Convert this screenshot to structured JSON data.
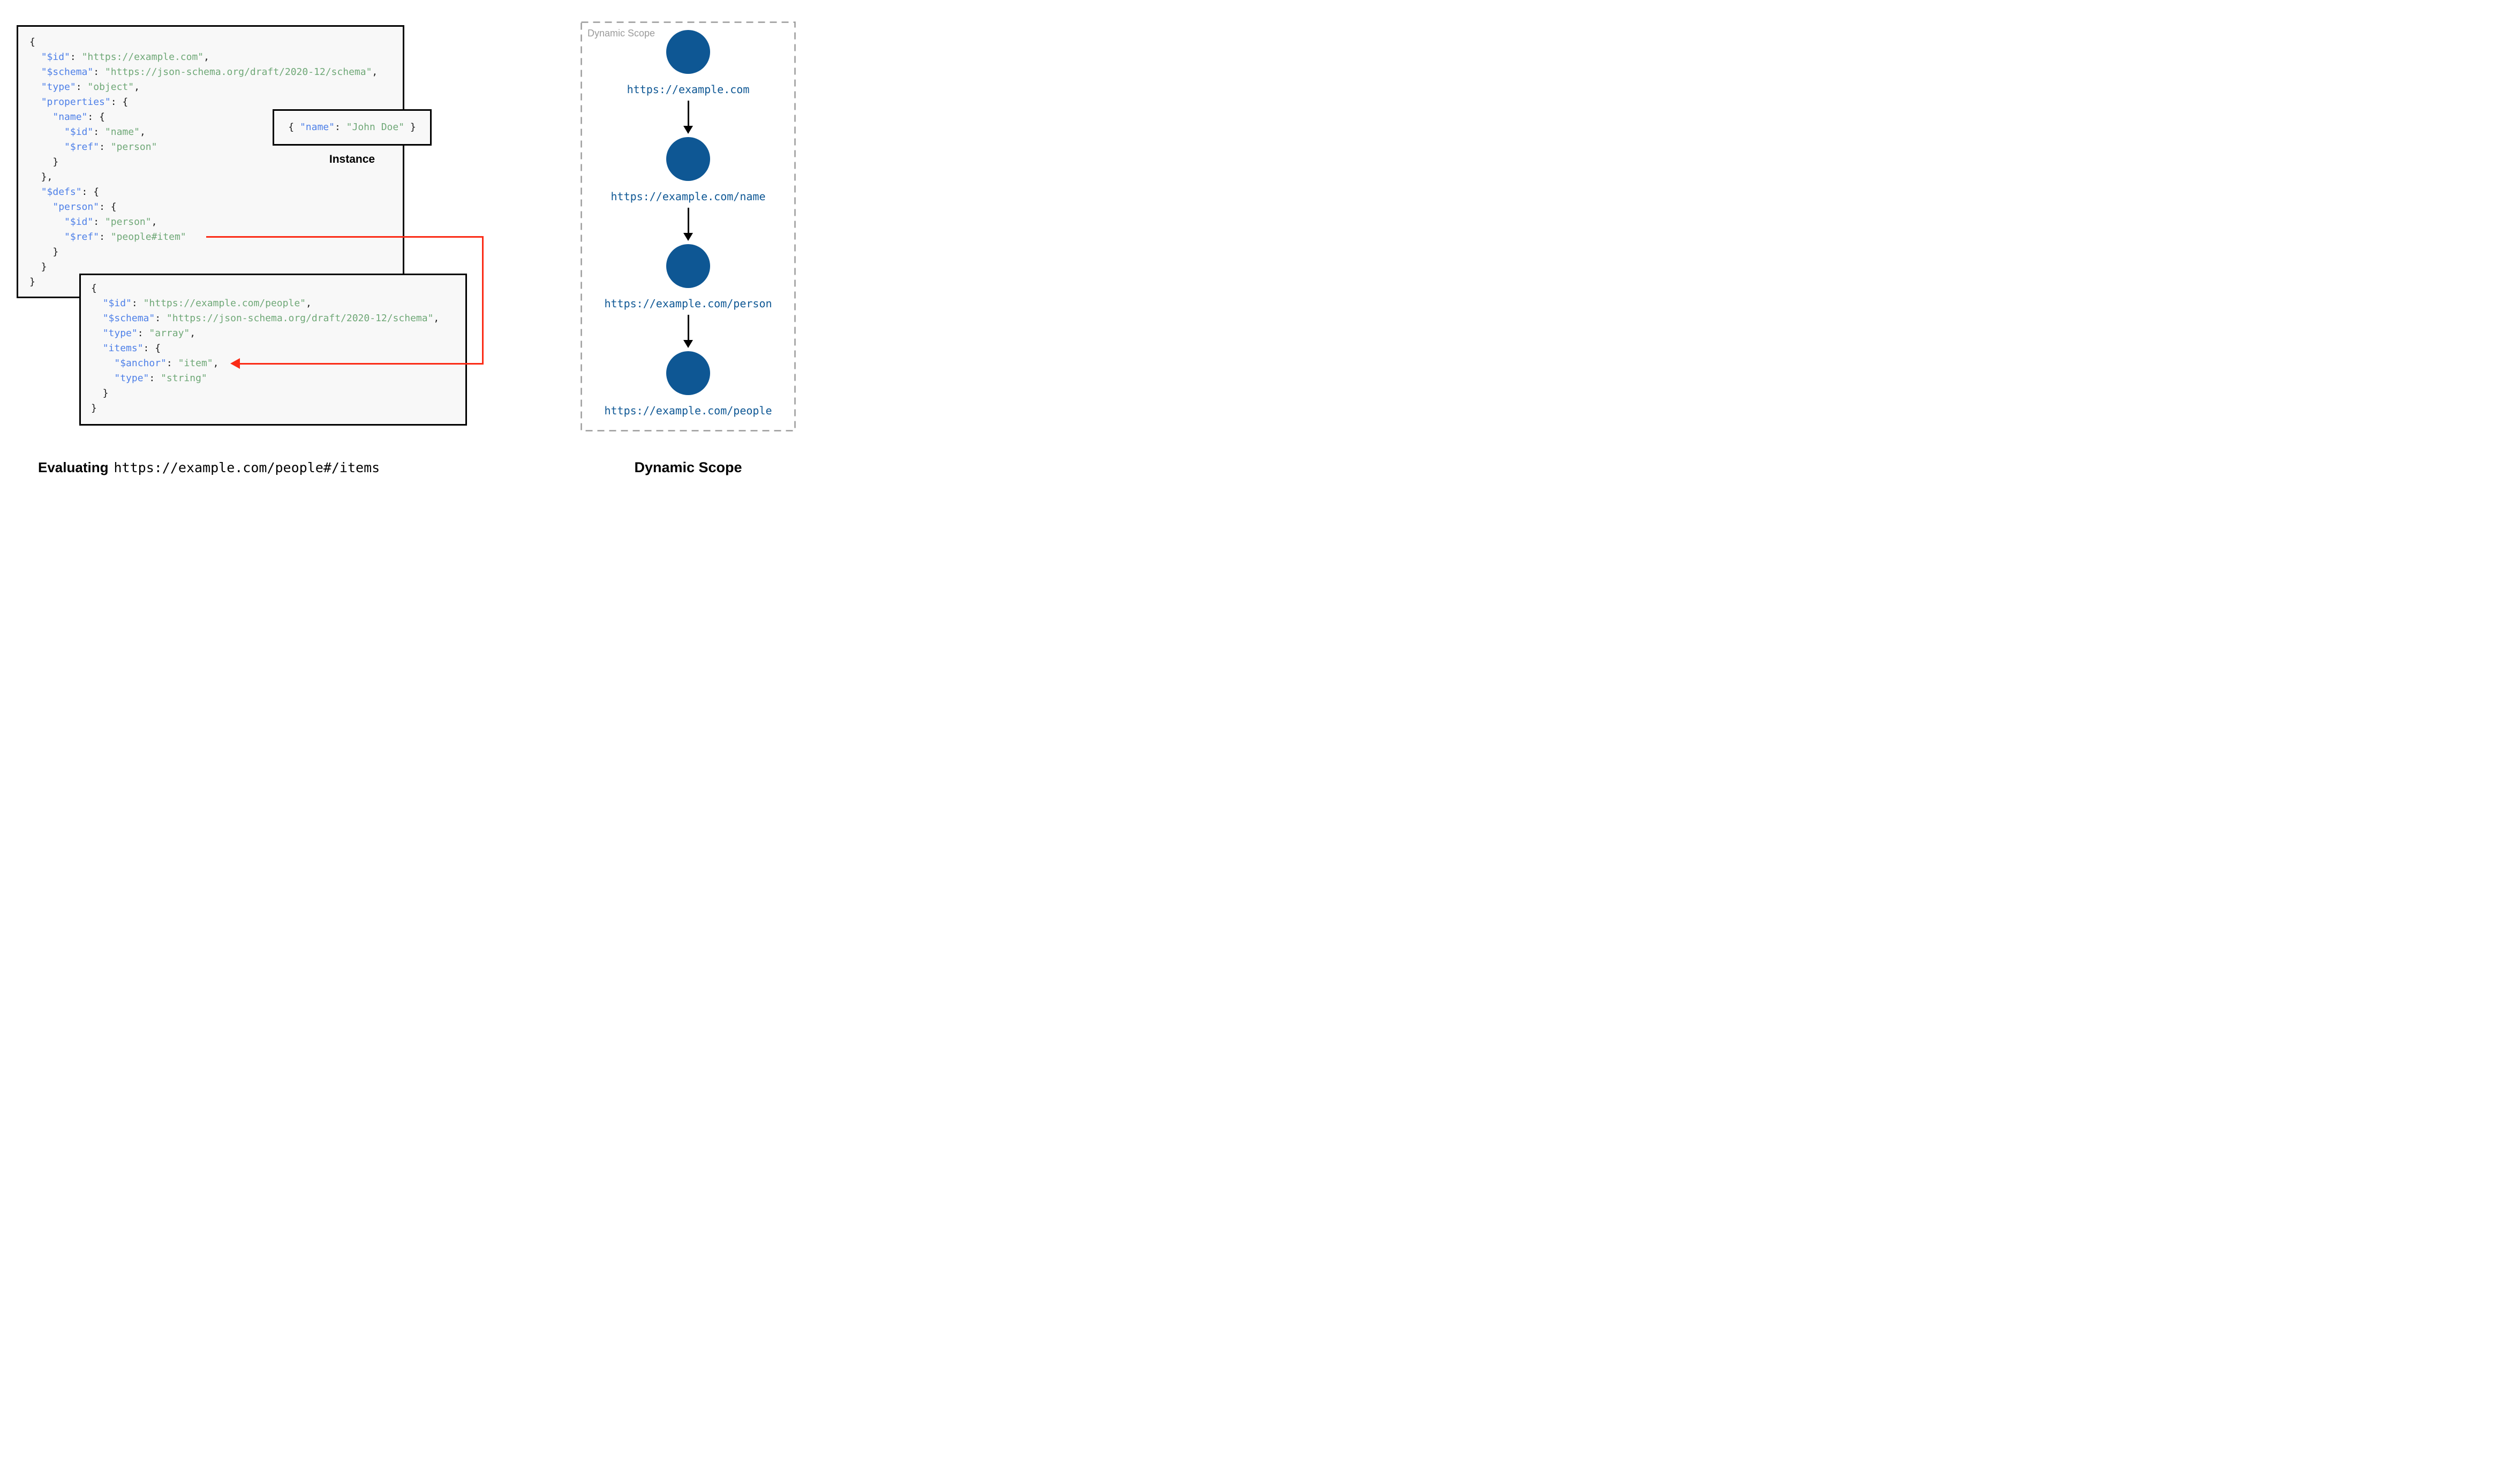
{
  "colors": {
    "key": "#4e80e8",
    "string": "#6fa877",
    "plain": "#1a1a1a",
    "node": "#0e5794",
    "red": "#fb2b16",
    "gray": "#9b9b9b",
    "box_bg": "#f8f8f8",
    "box_border": "#000000"
  },
  "schema_main": {
    "lines": [
      [
        {
          "t": "plain",
          "v": "{"
        }
      ],
      [
        {
          "t": "plain",
          "v": "  "
        },
        {
          "t": "key",
          "v": "\"$id\""
        },
        {
          "t": "plain",
          "v": ": "
        },
        {
          "t": "string",
          "v": "\"https://example.com\""
        },
        {
          "t": "plain",
          "v": ","
        }
      ],
      [
        {
          "t": "plain",
          "v": "  "
        },
        {
          "t": "key",
          "v": "\"$schema\""
        },
        {
          "t": "plain",
          "v": ": "
        },
        {
          "t": "string",
          "v": "\"https://json-schema.org/draft/2020-12/schema\""
        },
        {
          "t": "plain",
          "v": ","
        }
      ],
      [
        {
          "t": "plain",
          "v": "  "
        },
        {
          "t": "key",
          "v": "\"type\""
        },
        {
          "t": "plain",
          "v": ": "
        },
        {
          "t": "string",
          "v": "\"object\""
        },
        {
          "t": "plain",
          "v": ","
        }
      ],
      [
        {
          "t": "plain",
          "v": "  "
        },
        {
          "t": "key",
          "v": "\"properties\""
        },
        {
          "t": "plain",
          "v": ": {"
        }
      ],
      [
        {
          "t": "plain",
          "v": "    "
        },
        {
          "t": "key",
          "v": "\"name\""
        },
        {
          "t": "plain",
          "v": ": {"
        }
      ],
      [
        {
          "t": "plain",
          "v": "      "
        },
        {
          "t": "key",
          "v": "\"$id\""
        },
        {
          "t": "plain",
          "v": ": "
        },
        {
          "t": "string",
          "v": "\"name\""
        },
        {
          "t": "plain",
          "v": ","
        }
      ],
      [
        {
          "t": "plain",
          "v": "      "
        },
        {
          "t": "key",
          "v": "\"$ref\""
        },
        {
          "t": "plain",
          "v": ": "
        },
        {
          "t": "string",
          "v": "\"person\""
        }
      ],
      [
        {
          "t": "plain",
          "v": "    }"
        }
      ],
      [
        {
          "t": "plain",
          "v": "  },"
        }
      ],
      [
        {
          "t": "plain",
          "v": "  "
        },
        {
          "t": "key",
          "v": "\"$defs\""
        },
        {
          "t": "plain",
          "v": ": {"
        }
      ],
      [
        {
          "t": "plain",
          "v": "    "
        },
        {
          "t": "key",
          "v": "\"person\""
        },
        {
          "t": "plain",
          "v": ": {"
        }
      ],
      [
        {
          "t": "plain",
          "v": "      "
        },
        {
          "t": "key",
          "v": "\"$id\""
        },
        {
          "t": "plain",
          "v": ": "
        },
        {
          "t": "string",
          "v": "\"person\""
        },
        {
          "t": "plain",
          "v": ","
        }
      ],
      [
        {
          "t": "plain",
          "v": "      "
        },
        {
          "t": "key",
          "v": "\"$ref\""
        },
        {
          "t": "plain",
          "v": ": "
        },
        {
          "t": "string",
          "v": "\"people#item\""
        }
      ],
      [
        {
          "t": "plain",
          "v": "    }"
        }
      ],
      [
        {
          "t": "plain",
          "v": "  }"
        }
      ],
      [
        {
          "t": "plain",
          "v": "}"
        }
      ]
    ]
  },
  "schema_people": {
    "lines": [
      [
        {
          "t": "plain",
          "v": "{"
        }
      ],
      [
        {
          "t": "plain",
          "v": "  "
        },
        {
          "t": "key",
          "v": "\"$id\""
        },
        {
          "t": "plain",
          "v": ": "
        },
        {
          "t": "string",
          "v": "\"https://example.com/people\""
        },
        {
          "t": "plain",
          "v": ","
        }
      ],
      [
        {
          "t": "plain",
          "v": "  "
        },
        {
          "t": "key",
          "v": "\"$schema\""
        },
        {
          "t": "plain",
          "v": ": "
        },
        {
          "t": "string",
          "v": "\"https://json-schema.org/draft/2020-12/schema\""
        },
        {
          "t": "plain",
          "v": ","
        }
      ],
      [
        {
          "t": "plain",
          "v": "  "
        },
        {
          "t": "key",
          "v": "\"type\""
        },
        {
          "t": "plain",
          "v": ": "
        },
        {
          "t": "string",
          "v": "\"array\""
        },
        {
          "t": "plain",
          "v": ","
        }
      ],
      [
        {
          "t": "plain",
          "v": "  "
        },
        {
          "t": "key",
          "v": "\"items\""
        },
        {
          "t": "plain",
          "v": ": {"
        }
      ],
      [
        {
          "t": "plain",
          "v": "    "
        },
        {
          "t": "key",
          "v": "\"$anchor\""
        },
        {
          "t": "plain",
          "v": ": "
        },
        {
          "t": "string",
          "v": "\"item\""
        },
        {
          "t": "plain",
          "v": ","
        }
      ],
      [
        {
          "t": "plain",
          "v": "    "
        },
        {
          "t": "key",
          "v": "\"type\""
        },
        {
          "t": "plain",
          "v": ": "
        },
        {
          "t": "string",
          "v": "\"string\""
        }
      ],
      [
        {
          "t": "plain",
          "v": "  }"
        }
      ],
      [
        {
          "t": "plain",
          "v": "}"
        }
      ]
    ]
  },
  "instance": {
    "lines": [
      [
        {
          "t": "plain",
          "v": "{ "
        },
        {
          "t": "key",
          "v": "\"name\""
        },
        {
          "t": "plain",
          "v": ": "
        },
        {
          "t": "string",
          "v": "\"John Doe\""
        },
        {
          "t": "plain",
          "v": " }"
        }
      ]
    ],
    "label": "Instance"
  },
  "dynamic_scope": {
    "box_label": "Dynamic Scope",
    "caption": "Dynamic Scope",
    "nodes": [
      {
        "url": "https://example.com"
      },
      {
        "url": "https://example.com/name"
      },
      {
        "url": "https://example.com/person"
      },
      {
        "url": "https://example.com/people"
      }
    ]
  },
  "evaluating": {
    "label": "Evaluating",
    "uri": "https://example.com/people#/items"
  }
}
